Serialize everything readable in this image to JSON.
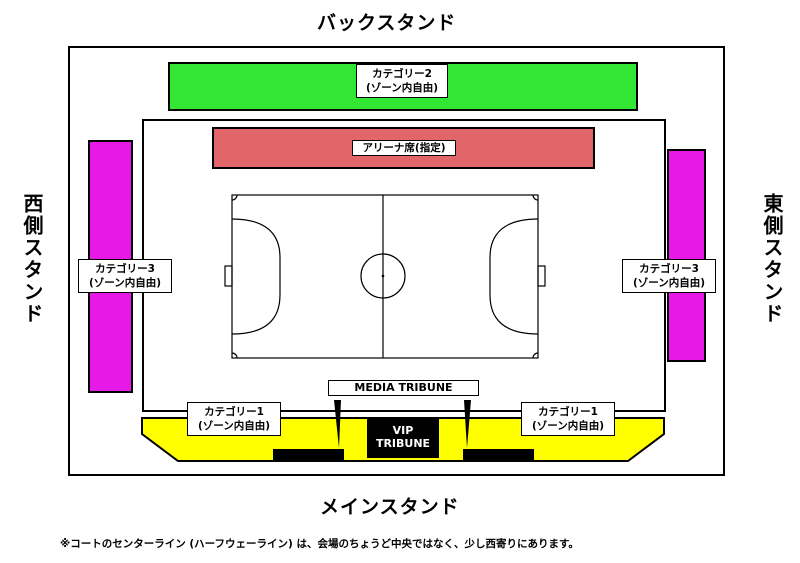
{
  "stands": {
    "back": "バックスタンド",
    "west": "西側スタンド",
    "east": "東側スタンド",
    "main": "メインスタンド"
  },
  "zones": {
    "category2": {
      "name": "カテゴリー2",
      "sub": "(ゾーン内自由)",
      "color": "#33e633"
    },
    "arena": {
      "name": "アリーナ席(指定)",
      "color": "#e0666a"
    },
    "category3_west": {
      "name": "カテゴリー3",
      "sub": "(ゾーン内自由)",
      "color": "#e619e6"
    },
    "category3_east": {
      "name": "カテゴリー3",
      "sub": "(ゾーン内自由)",
      "color": "#e619e6"
    },
    "category1_west": {
      "name": "カテゴリー1",
      "sub": "(ゾーン内自由)",
      "color": "#ffff00"
    },
    "category1_east": {
      "name": "カテゴリー1",
      "sub": "(ゾーン内自由)",
      "color": "#ffff00"
    },
    "media": {
      "name": "MEDIA TRIBUNE"
    },
    "vip": {
      "line1": "VIP",
      "line2": "TRIBUNE"
    }
  },
  "footnote": "※コートのセンターライン (ハーフウェーライン) は、会場のちょうど中央ではなく、少し西寄りにあります。"
}
